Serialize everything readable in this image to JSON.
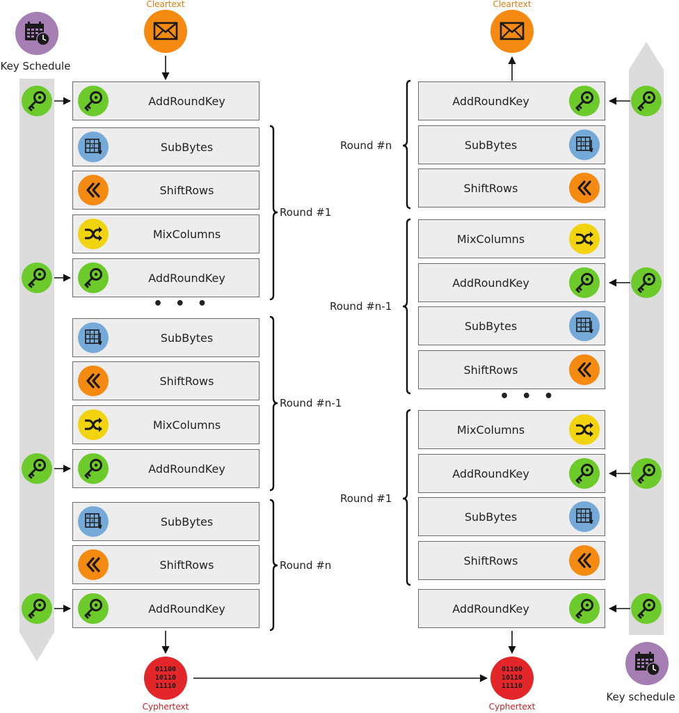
{
  "colors": {
    "addroundkey": "#6ccb2b",
    "subbytes": "#74a9d8",
    "shiftrows": "#f58a13",
    "mixcolumns": "#f2d310",
    "cleartext": "#f58a13",
    "cyphertext": "#e3262a",
    "keyschedule": "#a57eb3",
    "band": "#dcdcdc"
  },
  "icons": {
    "addroundkey": "key-icon",
    "subbytes": "grid-icon",
    "shiftrows": "double-chevron-left-icon",
    "mixcolumns": "shuffle-icon",
    "cleartext": "envelope-icon",
    "cyphertext": "binary-icon",
    "keyschedule": "calendar-clock-icon"
  },
  "encryption": {
    "cleartext_label": "Cleartext",
    "cyphertext_label": "Cyphertext",
    "key_schedule_label": "Key Schedule",
    "binary_lines": [
      "01100",
      "10110",
      "11110"
    ],
    "ellipsis": "• • •",
    "steps": [
      "AddRoundKey",
      "SubBytes",
      "ShiftRows",
      "MixColumns",
      "AddRoundKey",
      "SubBytes",
      "ShiftRows",
      "MixColumns",
      "AddRoundKey",
      "SubBytes",
      "ShiftRows",
      "AddRoundKey"
    ],
    "rounds": [
      "Round #1",
      "Round #n-1",
      "Round #n"
    ]
  },
  "decryption": {
    "cleartext_label": "Cleartext",
    "cyphertext_label": "Cyphertext",
    "key_schedule_label": "Key schedule",
    "binary_lines": [
      "01100",
      "10110",
      "11110"
    ],
    "ellipsis": "• • •",
    "steps": [
      "AddRoundKey",
      "SubBytes",
      "ShiftRows",
      "MixColumns",
      "AddRoundKey",
      "SubBytes",
      "ShiftRows",
      "MixColumns",
      "AddRoundKey",
      "SubBytes",
      "ShiftRows",
      "AddRoundKey"
    ],
    "rounds": [
      "Round #n",
      "Round #n-1",
      "Round #1"
    ]
  }
}
